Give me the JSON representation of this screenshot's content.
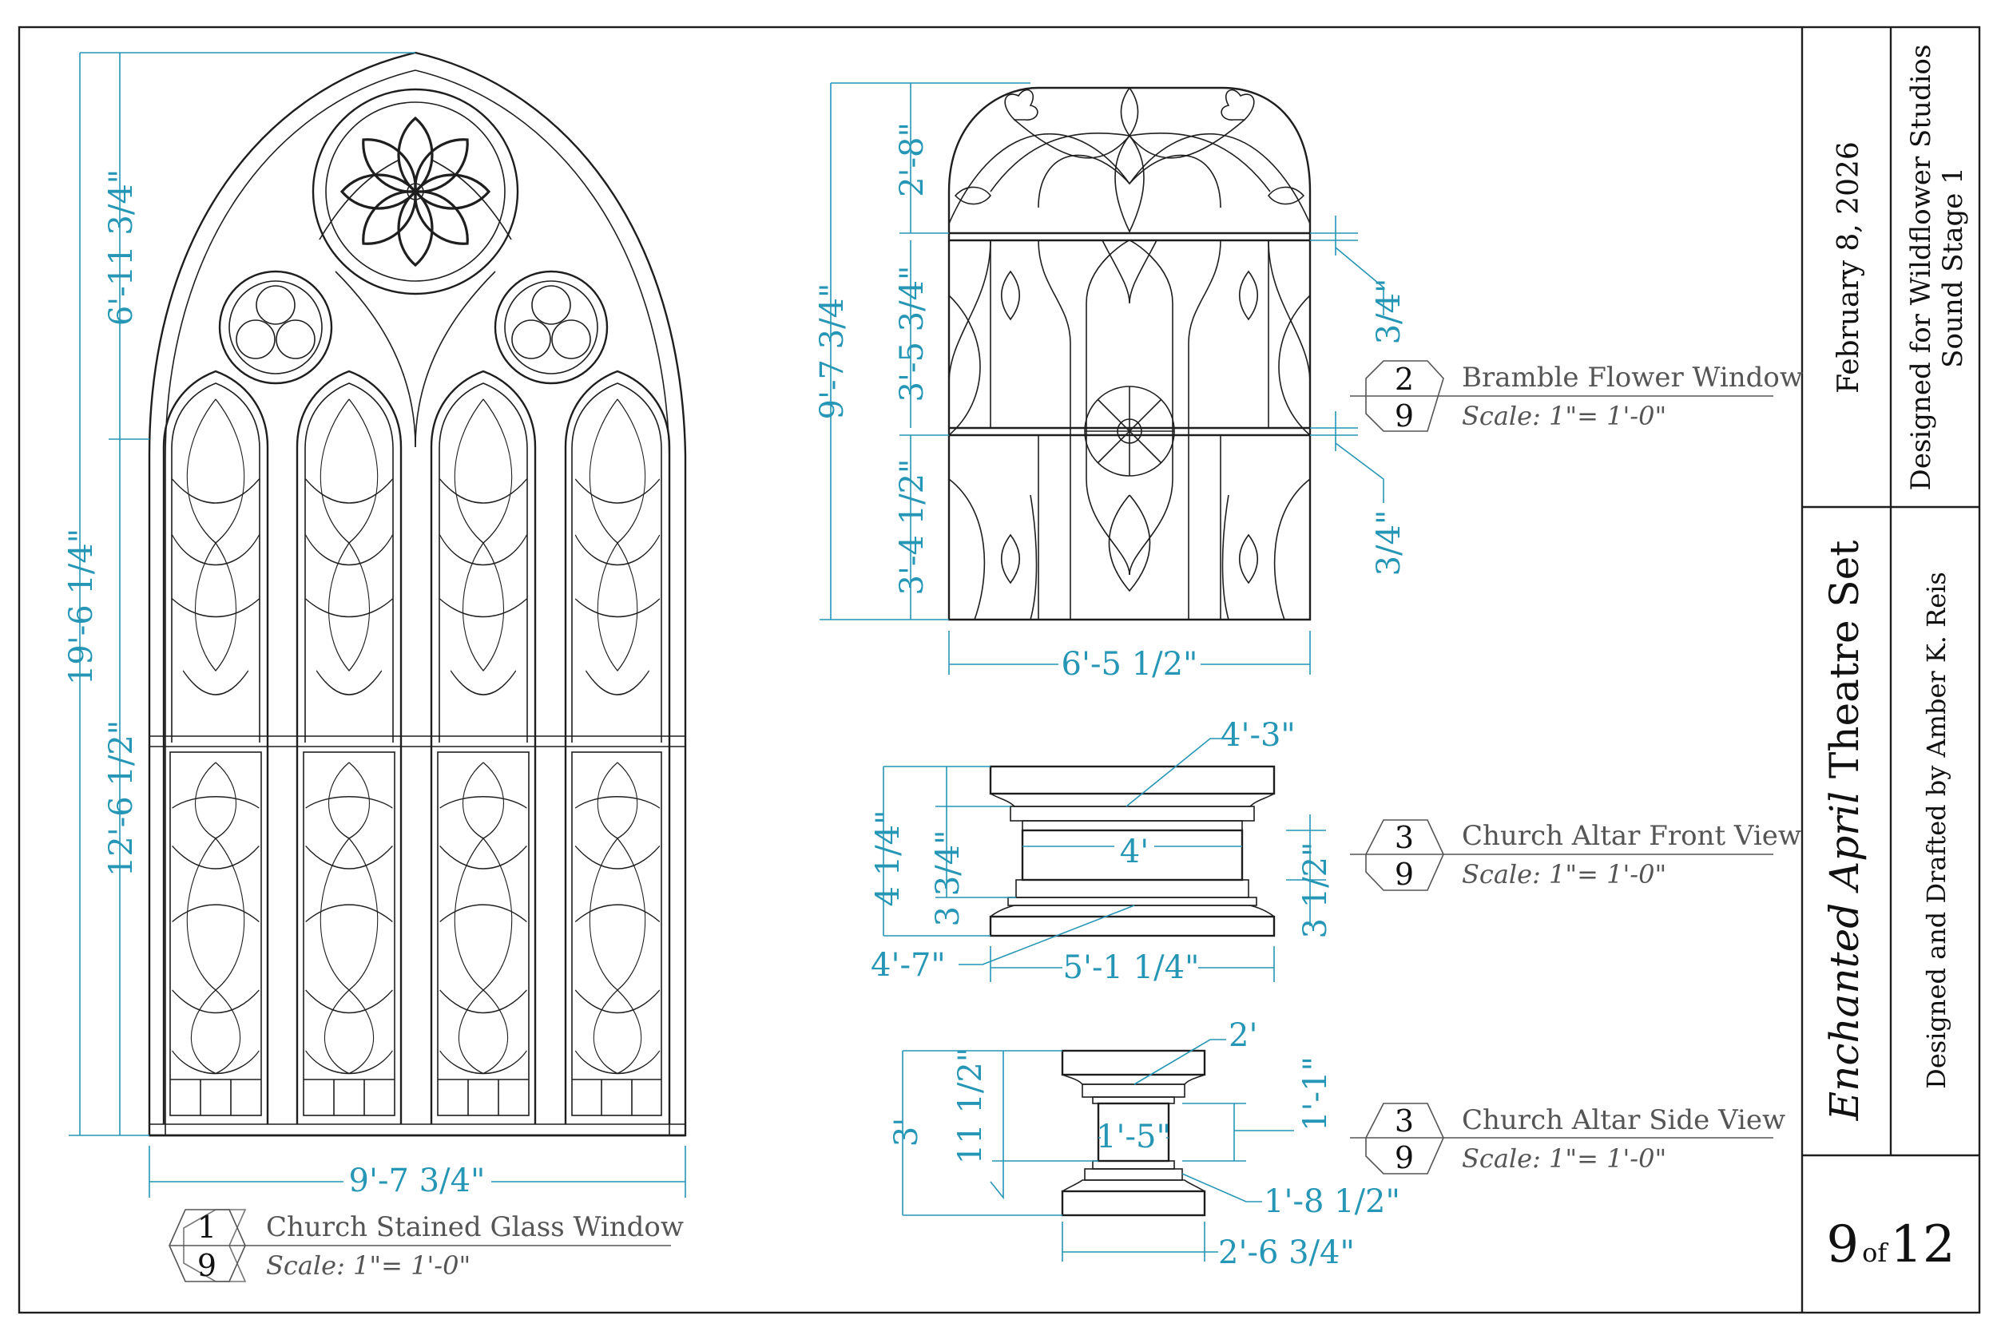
{
  "views": [
    {
      "number": "1",
      "sheet": "9",
      "title": "Church Stained Glass Window",
      "scale": "Scale: 1\"= 1'-0\""
    },
    {
      "number": "2",
      "sheet": "9",
      "title": "Bramble Flower Window",
      "scale": "Scale: 1\"= 1'-0\""
    },
    {
      "number": "3",
      "sheet": "9",
      "title": "Church Altar Front View",
      "scale": "Scale: 1\"= 1'-0\""
    },
    {
      "number": "3",
      "sheet": "9",
      "title": "Church Altar Side View",
      "scale": "Scale: 1\"= 1'-0\""
    }
  ],
  "dimensions": {
    "window1": {
      "total_height": "19'-6 1/4\"",
      "upper_height": "6'-11 3/4\"",
      "lower_height": "12'-6 1/2\"",
      "width": "9'-7 3/4\""
    },
    "window2": {
      "total_height": "9'-7 3/4\"",
      "top_height": "2'-8\"",
      "middle_height": "3'-5 3/4\"",
      "bottom_height": "3'-4 1/2\"",
      "rail_top": "3/4\"",
      "rail_bottom": "3/4\"",
      "width": "6'-5 1/2\""
    },
    "altar_front": {
      "top_width": "4'-3\"",
      "body_width": "4'",
      "base_width": "4'-7\"",
      "overall_width": "5'-1 1/4\"",
      "top_height": "4 1/4\"",
      "top_step": "3 3/4\"",
      "base_step": "3 1/2\""
    },
    "altar_side": {
      "top_width": "2'",
      "body_width": "1'-5\"",
      "height": "3'",
      "body_height": "1'-1\"",
      "lower_height": "11 1/2\"",
      "base_width": "1'-8 1/2\"",
      "overall_width": "2'-6 3/4\""
    }
  },
  "title_block": {
    "date": "February 8, 2026",
    "designed_for": "Designed for Wildflower Studios",
    "location": "Sound Stage 1",
    "project_title_italic": "Enchanted April",
    "project_title_rest": " Theatre Set",
    "designer": "Designed and Drafted by Amber K. Reis",
    "sheet_number": "9",
    "sheet_of": "of",
    "sheet_total": "12"
  },
  "colors": {
    "dimension": "#2596b5",
    "linework": "#1e1e1e",
    "label": "#555555"
  }
}
